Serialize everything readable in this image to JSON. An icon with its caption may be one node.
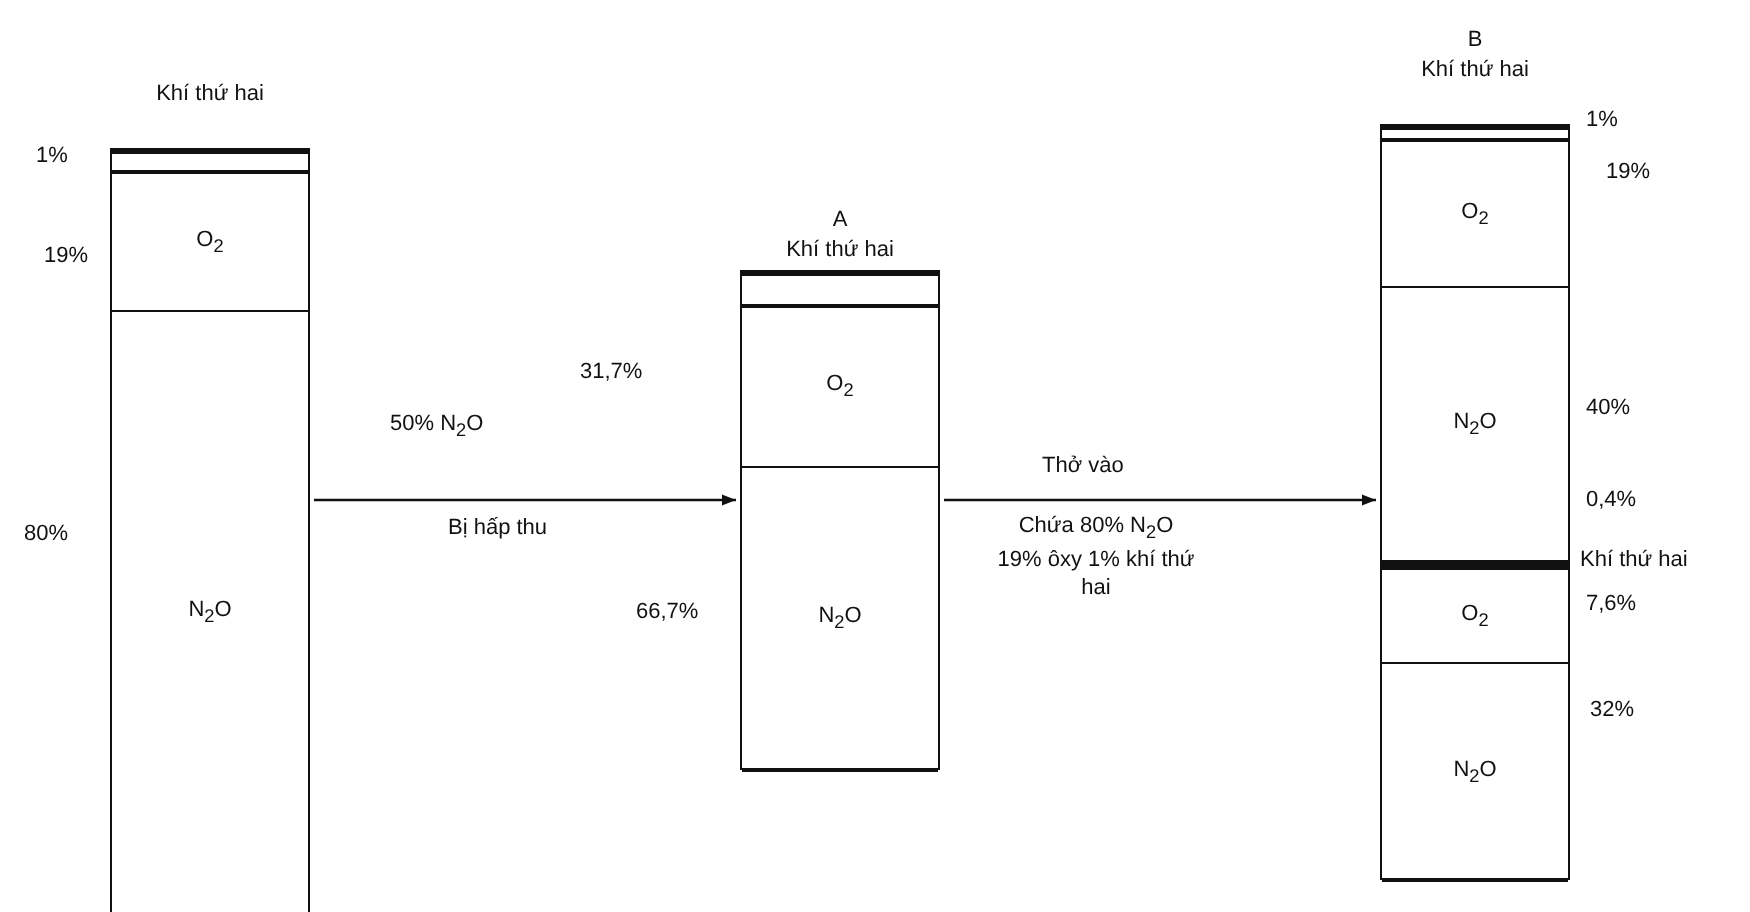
{
  "diagram": {
    "nodes": [
      {
        "text": [
          "Khí thứ hai"
        ]
      },
      {
        "text": [],
        "shape": "bar",
        "in": 0,
        "beside": [
          "1%"
        ]
      },
      {
        "text": [
          "O$_{2}$"
        ],
        "in": 0,
        "beside": [
          "19%"
        ]
      },
      {
        "text": [
          "N$_{2}$O"
        ],
        "in": 0,
        "beside": [
          "80%"
        ]
      },
      {
        "text": [
          "A",
          "Khí thứ hai"
        ]
      },
      {
        "text": [],
        "shape": "bar",
        "in": 4
      },
      {
        "text": [
          "O$_{2}$"
        ],
        "in": 4
      },
      {
        "text": [
          "N$_{2}$O"
        ],
        "in": 4,
        "beside": [
          "66,7%"
        ]
      },
      {
        "text": [
          "B",
          "Khí thứ hai"
        ]
      },
      {
        "text": [],
        "shape": "bar",
        "in": 8,
        "beside": [
          "1%"
        ]
      },
      {
        "text": [
          "O$_{2}$"
        ],
        "in": 8,
        "beside": [
          "19%"
        ]
      },
      {
        "text": [
          "N$_{2}$O"
        ],
        "in": 8,
        "beside": [
          "40%"
        ]
      },
      {
        "text": [],
        "shape": "bar",
        "in": 8,
        "beside": [
          "Khí thứ hai"
        ]
      },
      {
        "text": [
          "O$_{2}$"
        ],
        "in": 8,
        "beside": [
          "7,6%"
        ]
      },
      {
        "text": [
          "N$_{2}$O"
        ],
        "in": 8,
        "beside": [
          "32%"
        ]
      }
    ],
    "edges": [
      {
        "from": 0,
        "to": 4,
        "arrow": "to",
        "label": "50% N$_{2}$O"
      },
      {
        "from": 4,
        "to": 8,
        "arrow": "to",
        "label": "Thở vào"
      }
    ],
    "labels": [
      "31,7%",
      "Bị hấp thu",
      "Chứa 80% N$_{2}$O 19% ôxy 1% khí thứ hai",
      "0,4%"
    ]
  }
}
